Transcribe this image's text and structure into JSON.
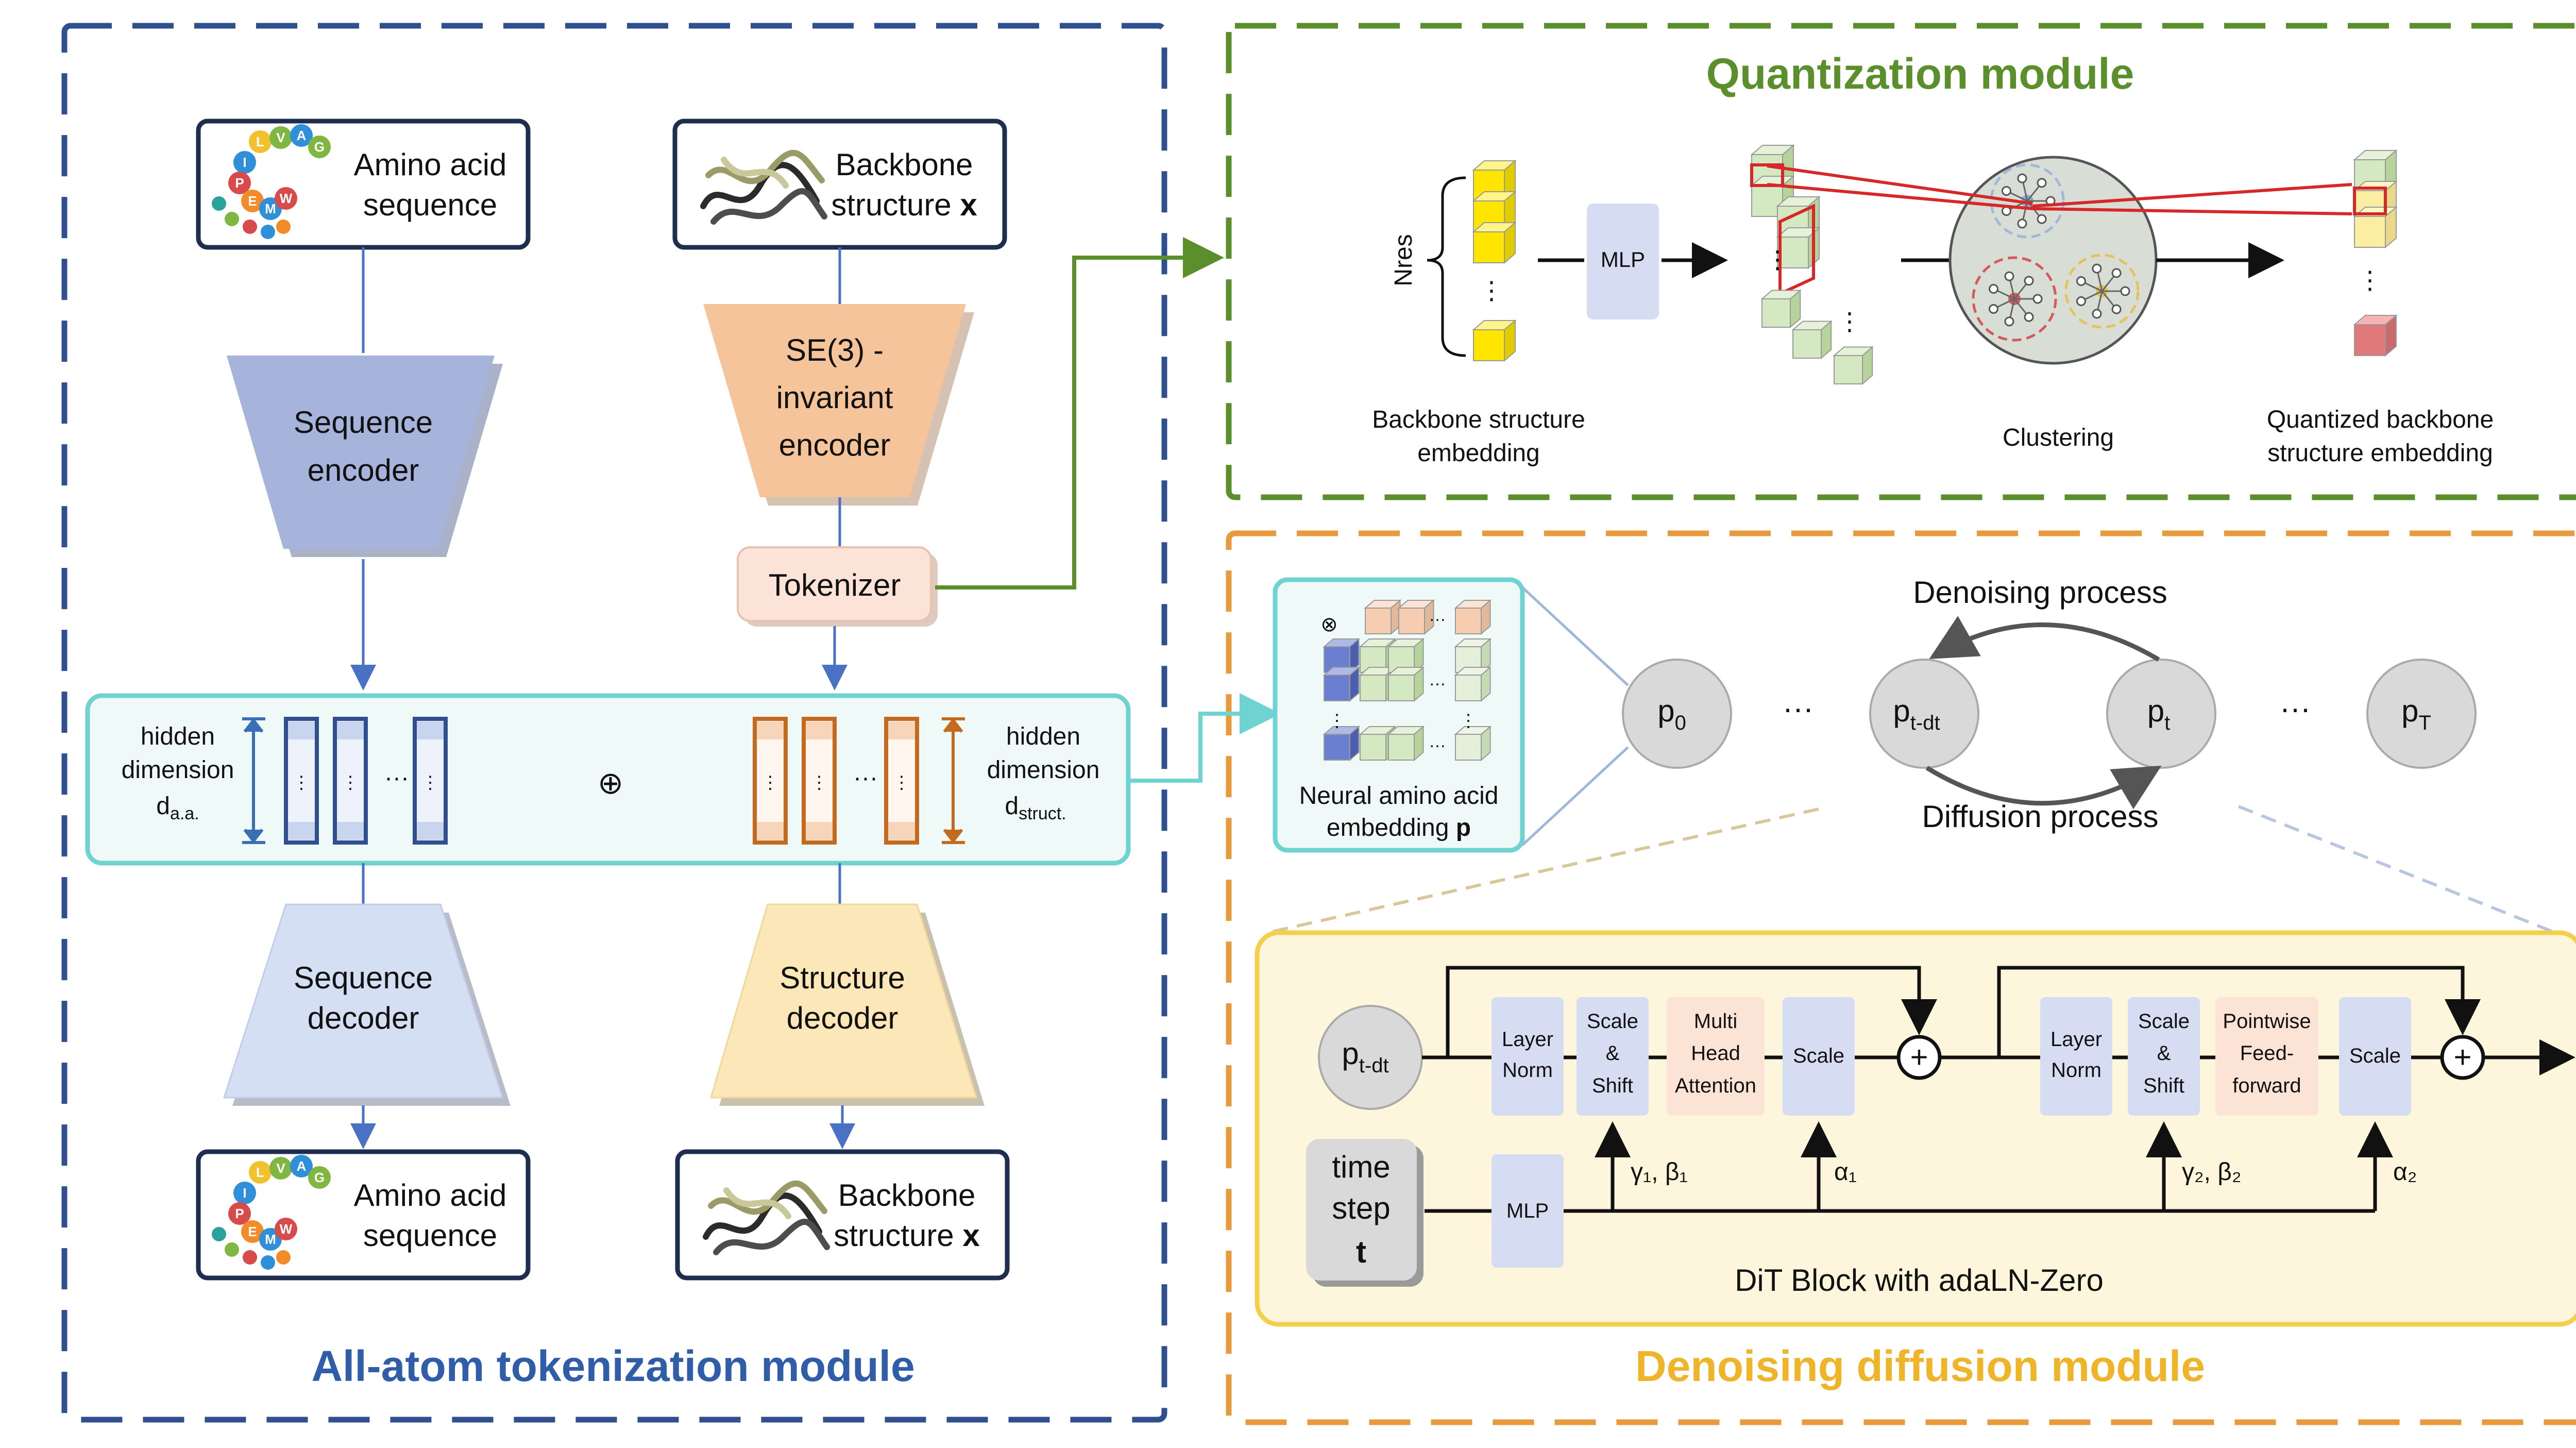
{
  "modules": {
    "tokenization": "All-atom tokenization module",
    "quantization": "Quantization module",
    "diffusion": "Denoising diffusion module"
  },
  "tokenization": {
    "aa_input_line1": "Amino acid",
    "aa_input_line2": "sequence",
    "aa_logo_letters": [
      "L",
      "V",
      "A",
      "G",
      "I",
      "P",
      "E",
      "M",
      "W"
    ],
    "bb_input_line1": "Backbone",
    "bb_input_line2": "structure",
    "bb_input_var": "x",
    "seq_encoder_line1": "Sequence",
    "seq_encoder_line2": "encoder",
    "se3_line1": "SE(3) -",
    "se3_line2": "invariant",
    "se3_line3": "encoder",
    "tokenizer": "Tokenizer",
    "hidden_left_line1": "hidden",
    "hidden_left_line2": "dimension",
    "hidden_left_var": "d",
    "hidden_left_sub": "a.a.",
    "hidden_right_line1": "hidden",
    "hidden_right_line2": "dimension",
    "hidden_right_var": "d",
    "hidden_right_sub": "struct.",
    "oplus": "⊕",
    "col_dots": "⋮",
    "row_dots": "···",
    "seq_decoder_line1": "Sequence",
    "seq_decoder_line2": "decoder",
    "struct_decoder_line1": "Structure",
    "struct_decoder_line2": "decoder",
    "aa_output_line1": "Amino acid",
    "aa_output_line2": "sequence",
    "bb_output_line1": "Backbone",
    "bb_output_line2": "structure",
    "bb_output_var": "x"
  },
  "quantization": {
    "nres": "Nres",
    "mlp": "MLP",
    "emb_label_line1": "Backbone structure",
    "emb_label_line2": "embedding",
    "clustering": "Clustering",
    "quant_label_line1": "Quantized backbone",
    "quant_label_line2": "structure embedding"
  },
  "diffusion": {
    "neural_line1": "Neural amino acid",
    "neural_line2": "embedding",
    "neural_var": "p",
    "otimes": "⊗",
    "denoising_process": "Denoising process",
    "diffusion_process": "Diffusion process",
    "ellipsis": "···",
    "p0": {
      "base": "p",
      "sub": "0"
    },
    "ptdt": {
      "base": "p",
      "sub": "t-dt"
    },
    "pt": {
      "base": "p",
      "sub": "t"
    },
    "pT": {
      "base": "p",
      "sub": "T"
    }
  },
  "dit": {
    "input": "p",
    "input_sub": "t-dt",
    "layer_norm_1": [
      "Layer",
      "Norm"
    ],
    "scale_shift_1": [
      "Scale",
      "&",
      "Shift"
    ],
    "mha": [
      "Multi",
      "Head",
      "Attention"
    ],
    "scale_1": "Scale",
    "layer_norm_2": [
      "Layer",
      "Norm"
    ],
    "scale_shift_2": [
      "Scale",
      "&",
      "Shift"
    ],
    "ffn": [
      "Pointwise",
      "Feed-",
      "forward"
    ],
    "scale_2": "Scale",
    "plus": "+",
    "timestep": [
      "time",
      "step",
      "t"
    ],
    "mlp": "MLP",
    "gb1": "γ₁, β₁",
    "a1": "α₁",
    "gb2": "γ₂, β₂",
    "a2": "α₂",
    "caption": "DiT Block with adaLN-Zero"
  },
  "colors": {
    "blue_frame": "#2f4f8f",
    "green_frame": "#5a8f2b",
    "orange_frame": "#e89a3c",
    "cyan": "#6fd3d1",
    "seq_encoder": "#a6b4dc",
    "se3_encoder": "#f6c49a",
    "decoder_seq": "#d4dff3",
    "decoder_struct": "#fbe7b8",
    "tokenizer": "#fbe3d8",
    "dit_bg": "#fdf6dc",
    "dit_border": "#f4cf4a",
    "block_blue": "#d6ddf3",
    "block_peach": "#fbe3d5",
    "node_gray": "#d9d9d9"
  },
  "icons": [
    "amino-acid-logo-icon",
    "protein-backbone-icon",
    "cluster-icon",
    "voxel-stack-icon"
  ]
}
